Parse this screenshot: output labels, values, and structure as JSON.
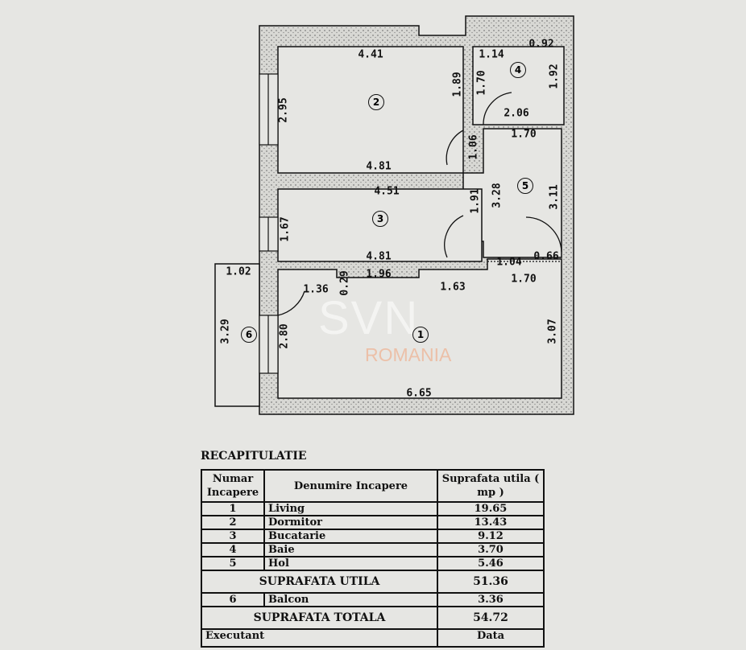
{
  "plan": {
    "dims": [
      "4.41",
      "1.14",
      "0.92",
      "1.89",
      "1.70",
      "1.92",
      "2.95",
      "2.06",
      "1.70",
      "1.06",
      "4.81",
      "4.51",
      "1.91",
      "3.28",
      "3.11",
      "1.67",
      "4.81",
      "1.04",
      "0.66",
      "1.02",
      "1.96",
      "0.29",
      "1.36",
      "1.63",
      "1.70",
      "3.29",
      "2.80",
      "3.07",
      "6.65"
    ],
    "room_numbers": {
      "r1": "1",
      "r2": "2",
      "r3": "3",
      "r4": "4",
      "r5": "5",
      "r6": "6"
    },
    "watermark": {
      "brand": "SVN",
      "country": "ROMANIA"
    }
  },
  "recap": {
    "title": "RECAPITULATIE",
    "headers": {
      "numar": "Numar Incapere",
      "denumire": "Denumire Incapere",
      "suprafata": "Suprafata utila ( mp )"
    },
    "rows": [
      {
        "nr": "1",
        "name": "Living",
        "area": "19.65"
      },
      {
        "nr": "2",
        "name": "Dormitor",
        "area": "13.43"
      },
      {
        "nr": "3",
        "name": "Bucatarie",
        "area": "9.12"
      },
      {
        "nr": "4",
        "name": "Baie",
        "area": "3.70"
      },
      {
        "nr": "5",
        "name": "Hol",
        "area": "5.46"
      }
    ],
    "utila": {
      "label": "SUPRAFATA UTILA",
      "value": "51.36"
    },
    "balcon": {
      "nr": "6",
      "name": "Balcon",
      "area": "3.36"
    },
    "totala": {
      "label": "SUPRAFATA TOTALA",
      "value": "54.72"
    },
    "footer": {
      "executant": "Executant",
      "data": "Data"
    }
  }
}
